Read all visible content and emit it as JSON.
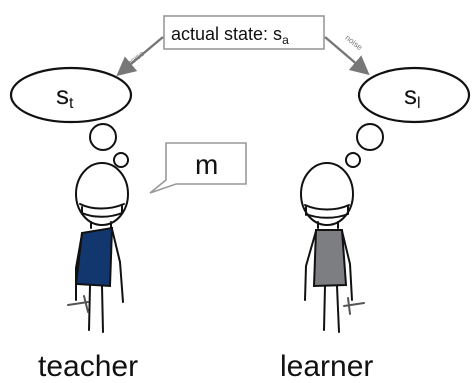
{
  "state_box": {
    "prefix": "actual state: s",
    "subscript": "a"
  },
  "noise_left": "noise",
  "noise_right": "noise",
  "teacher_belief": {
    "base": "s",
    "subscript": "t"
  },
  "learner_belief": {
    "base": "s",
    "subscript": "l"
  },
  "message": "m",
  "teacher_label": "teacher",
  "learner_label": "learner",
  "colors": {
    "teacher_shirt": "#12376e",
    "learner_shirt": "#7d7e82",
    "arrow": "#777777",
    "box_border": "#999999"
  }
}
